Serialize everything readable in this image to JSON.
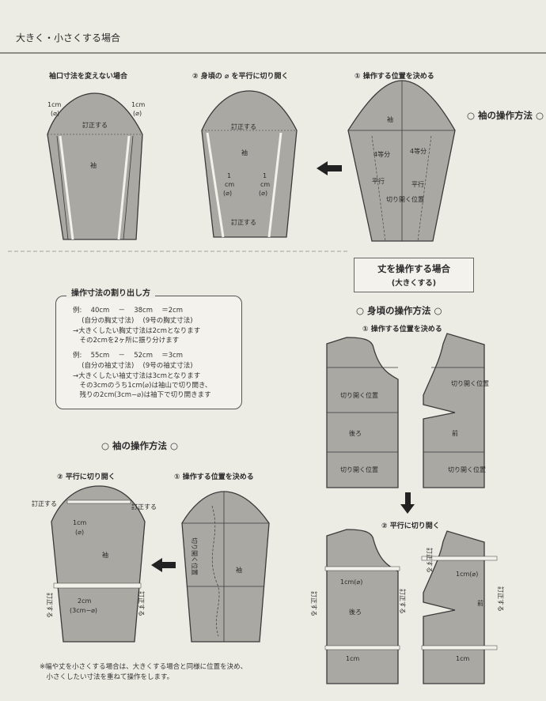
{
  "header_faded": "大きく・小さくする場合",
  "top_section": {
    "diagram_c_title": "袖口寸法を変えない場合",
    "diagram_b_title": "② 身頃の ⌀ を平行に切り開く",
    "diagram_a_title": "① 操作する位置を決める",
    "side_title": "○ 袖の操作方法 ○",
    "labels": {
      "one_cm": "1cm",
      "phi": "(⌀)",
      "teisei": "訂正する",
      "sode": "袖",
      "one_vertical": "1",
      "cm_vertical": "cm",
      "four_parts": "4等分",
      "heikou": "平行",
      "kirihiraku_ichi": "切り開く位置"
    }
  },
  "calc_box": {
    "title": "操作寸法の割り出し方",
    "lines": [
      "例:　 40cm　 －　 38cm　 ＝2cm",
      "　 (自分の胸丈寸法)　 (9号の胸丈寸法)",
      "→大きくしたい胸丈寸法は2cmとなります",
      "　その2cmを2ヶ所に振り分けます",
      "例:　 55cm　 －　 52cm　 ＝3cm",
      "　 (自分の袖丈寸法)　 (9号の袖丈寸法)",
      "→大きくしたい袖丈寸法は3cmとなります",
      "　その3cmのうち1cm(⌀)は袖山で切り開き、",
      "　残りの2cm(3cm−⌀)は袖下で切り開きます"
    ]
  },
  "case_box": {
    "title": "丈を操作する場合",
    "subtitle": "(大きくする)"
  },
  "body_section": {
    "title": "○ 身頃の操作方法 ○",
    "step1": "① 操作する位置を決める",
    "step2": "② 平行に切り開く",
    "labels": {
      "kirihiraku_ichi": "切り開く位置",
      "ushiro": "後ろ",
      "mae": "前",
      "one_cm_phi": "1cm(⌀)",
      "one_cm": "1cm",
      "teisei_v": "訂正する"
    }
  },
  "sleeve_section": {
    "title": "○ 袖の操作方法 ○",
    "step1": "① 操作する位置を決める",
    "step2": "② 平行に切り開く",
    "labels": {
      "teisei": "訂正する",
      "one_cm": "1cm",
      "phi": "(⌀)",
      "sode": "袖",
      "two_cm": "2cm",
      "three_cm_phi": "(3cm−⌀)",
      "kirihiraku_ichi": "切り開く位置"
    }
  },
  "footnote": [
    "※幅や丈を小さくする場合は、大きくする場合と同様に位置を決め、",
    "　小さくしたい寸法を重ねて操作をします。"
  ],
  "colors": {
    "paper": "#ecebe4",
    "pattern_fill": "#a9a8a3",
    "line": "#3a3a3a"
  }
}
